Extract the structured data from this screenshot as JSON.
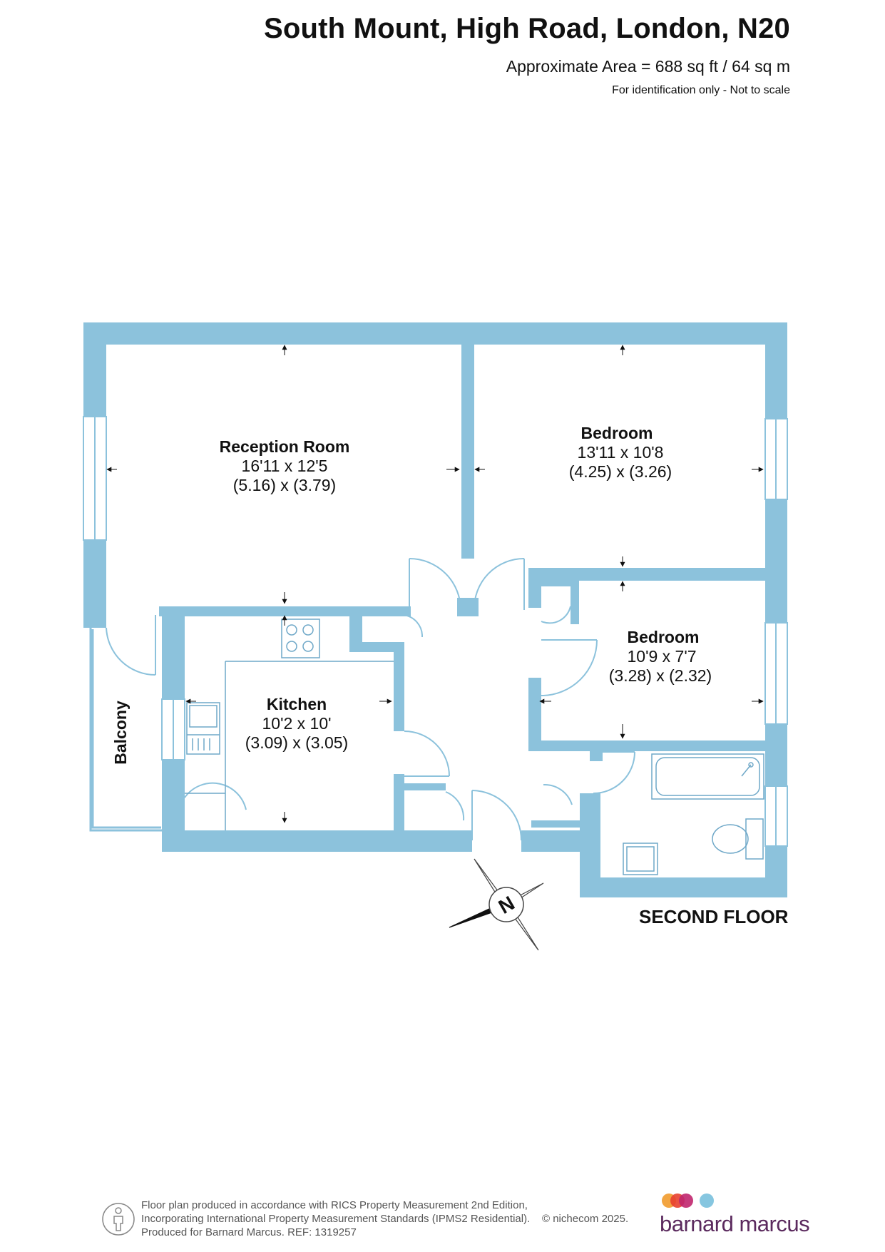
{
  "header": {
    "title": "South Mount, High Road, London, N20",
    "area": "Approximate Area = 688 sq ft / 64 sq m",
    "identification": "For identification only - Not to scale"
  },
  "colors": {
    "wall": "#8cc2dc",
    "fixture_stroke": "#6fa8c8",
    "text": "#111111",
    "brand_purple": "#5b2a5e",
    "brand_dots": [
      "#f2a541",
      "#e8402f",
      "#c0266e",
      "#86c6e0"
    ]
  },
  "rooms": {
    "reception": {
      "name": "Reception Room",
      "imperial": "16'11 x 12'5",
      "metric": "(5.16) x (3.79)"
    },
    "bedroom1": {
      "name": "Bedroom",
      "imperial": "13'11 x 10'8",
      "metric": "(4.25) x (3.26)"
    },
    "bedroom2": {
      "name": "Bedroom",
      "imperial": "10'9 x 7'7",
      "metric": "(3.28) x (2.32)"
    },
    "kitchen": {
      "name": "Kitchen",
      "imperial": "10'2 x 10'",
      "metric": "(3.09) x (3.05)"
    },
    "balcony": {
      "name": "Balcony"
    }
  },
  "floor_label": "SECOND FLOOR",
  "compass": {
    "label": "N",
    "icon": "compass-rose-icon"
  },
  "footer": {
    "line1": "Floor plan produced in accordance with RICS Property Measurement 2nd Edition,",
    "line2": "Incorporating International Property Measurement Standards (IPMS2 Residential).",
    "line3": "Produced for Barnard Marcus.   REF:  1319257",
    "copyright": "© nichecom 2025."
  },
  "brand": {
    "name": "barnard marcus",
    "logo_icon": "barnard-marcus-logo"
  }
}
